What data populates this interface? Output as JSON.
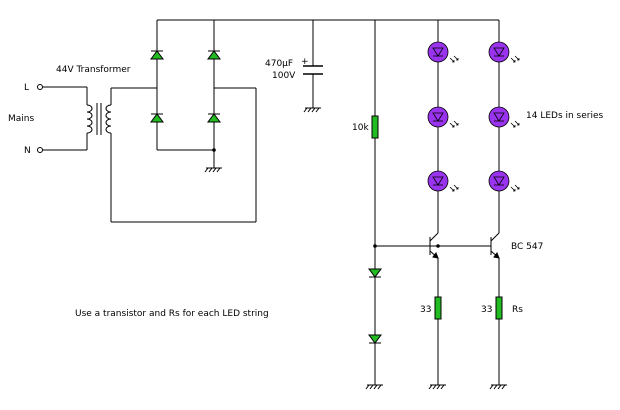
{
  "labels": {
    "transformer": "44V Transformer",
    "line": "L",
    "neutral": "N",
    "mains": "Mains",
    "capacitor_value": "470µF",
    "capacitor_polarity": "+",
    "capacitor_voltage": "100V",
    "bias_resistor": "10k",
    "led_string": "14 LEDs in series",
    "transistor": "BC 547",
    "resistor_left": "33",
    "resistor_right_value": "33",
    "resistor_right_name": "Rs",
    "note": "Use a transistor and Rs for each LED string"
  },
  "colors": {
    "wire": "#000000",
    "diode": "#22bb22",
    "led": "#9933ee",
    "resistor": "#22bb22"
  },
  "icons": {
    "bridge_diode": "diode-icon",
    "led": "led-icon",
    "transistor": "npn-transistor-icon",
    "ground": "ground-icon",
    "capacitor": "capacitor-icon",
    "resistor": "resistor-icon",
    "terminal": "terminal-icon"
  }
}
